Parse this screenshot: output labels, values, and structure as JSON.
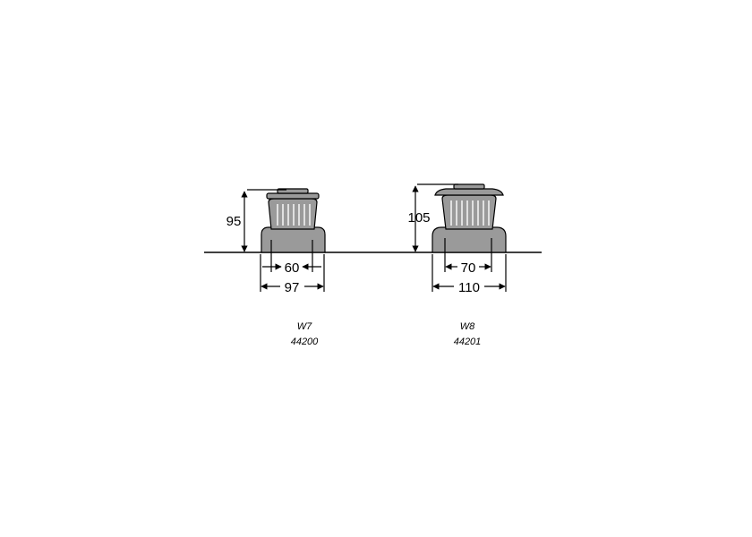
{
  "winches": [
    {
      "model": "W7",
      "part_number": "44200",
      "height": "95",
      "inner_width": "60",
      "outer_width": "97"
    },
    {
      "model": "W8",
      "part_number": "44201",
      "height": "105",
      "inner_width": "70",
      "outer_width": "110"
    }
  ],
  "colors": {
    "body_fill": "#9a9a9a",
    "drum_rib": "#ffffff",
    "line": "#000000"
  }
}
